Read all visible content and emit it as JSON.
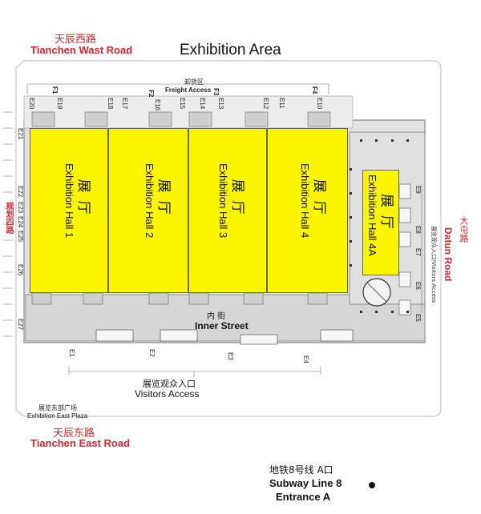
{
  "map": {
    "title": "Exhibition Area",
    "roads": {
      "west_cn": "天辰西路",
      "west_en": "Tianchen Wast Road",
      "east_cn": "天辰东路",
      "east_en": "Tianchen East Road",
      "right_cn": "大屯路",
      "right_en": "Datun Road",
      "left_cn": "规划四路"
    },
    "freight": {
      "cn": "卸货区",
      "en": "Freight Access"
    },
    "visitors": {
      "cn": "展览观众入口",
      "en": "Visitors Access"
    },
    "side_visitors": "展览观众入口/Visitors Access",
    "inner_street": {
      "cn": "内 街",
      "en": "Inner Street"
    },
    "plaza": {
      "cn": "展览东部广场",
      "en": "Exhibition East Plaza"
    },
    "subway": {
      "cn": "地铁8号线 A口",
      "line": "Subway Line 8",
      "entrance": "Entrance A"
    },
    "halls": [
      {
        "zh": "展厅",
        "en": "Exhibition Hall 1"
      },
      {
        "zh": "展厅",
        "en": "Exhibition Hall 2"
      },
      {
        "zh": "展厅",
        "en": "Exhibition Hall 3"
      },
      {
        "zh": "展厅",
        "en": "Exhibition Hall 4"
      },
      {
        "zh": "展厅",
        "en": "Exhibition Hall 4A"
      }
    ],
    "top_gates": [
      "E20",
      "F1",
      "E19",
      "E18",
      "E17",
      "F2",
      "E16",
      "E15",
      "E14",
      "F3",
      "E13",
      "E12",
      "E11",
      "F4",
      "E10"
    ],
    "left_gates": [
      "E21",
      "E22",
      "E23",
      "E24",
      "E25",
      "E26",
      "E27"
    ],
    "right_gates": [
      "E9",
      "E8",
      "E7",
      "E6",
      "E5"
    ],
    "bottom_gates": [
      "E1",
      "E2",
      "E3",
      "E4"
    ],
    "colors": {
      "hall": "#fbf500",
      "road_label": "#d8262d",
      "floor": "#d9d9d9"
    }
  }
}
